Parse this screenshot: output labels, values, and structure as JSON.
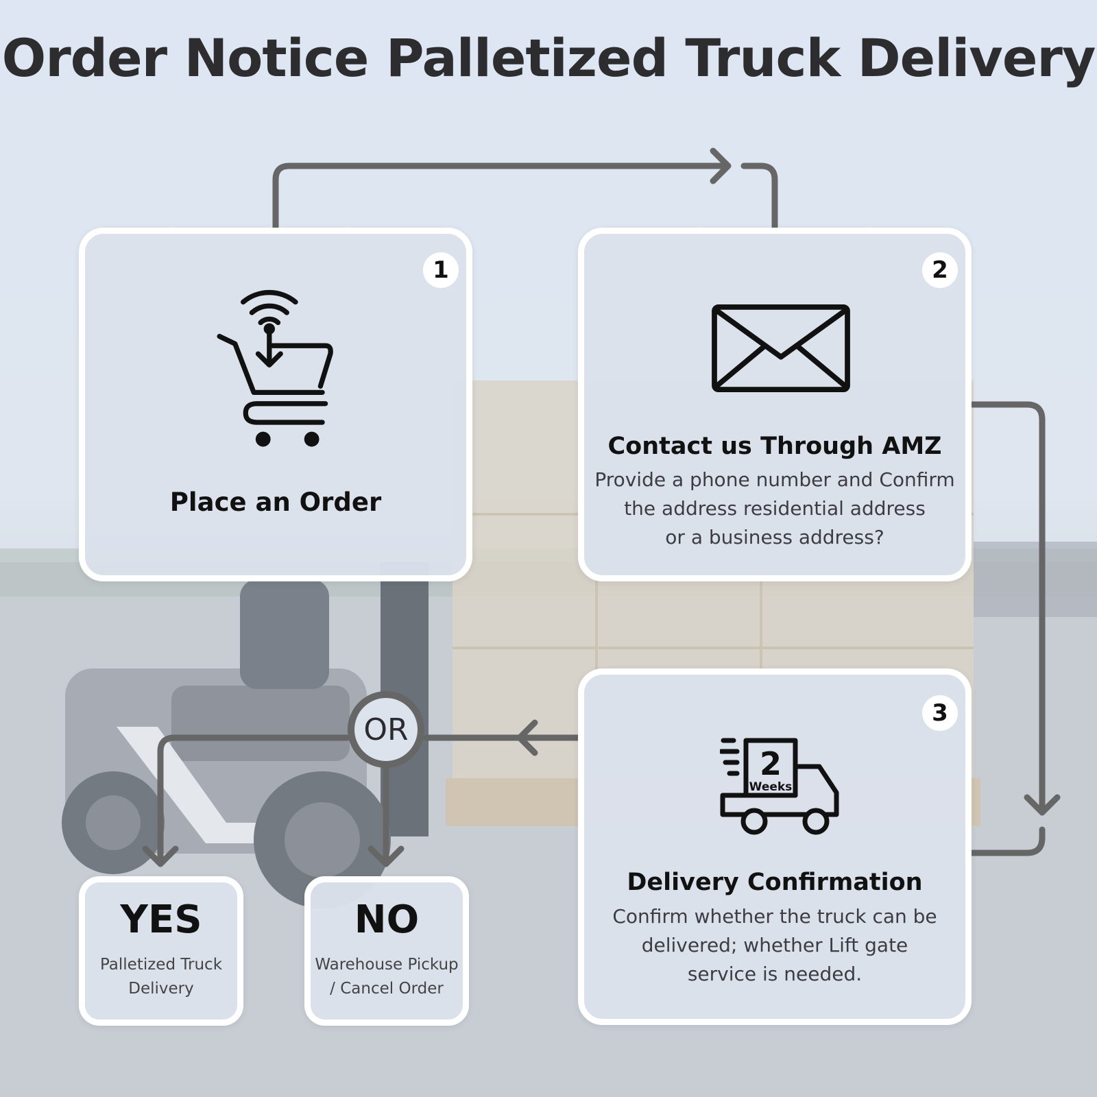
{
  "title": "Order Notice Palletized Truck Delivery",
  "steps": [
    {
      "number": "1",
      "title": "Place an Order",
      "icon": "shopping-cart-wifi-icon"
    },
    {
      "number": "2",
      "title": "Contact us Through AMZ",
      "icon": "envelope-icon",
      "lines": [
        "Provide a phone number and Confirm",
        "the address residential address",
        "or a business address?"
      ]
    },
    {
      "number": "3",
      "title": "Delivery Confirmation",
      "icon": "delivery-truck-icon",
      "truck_badge": {
        "value": "2",
        "unit": "Weeks"
      },
      "lines": [
        "Confirm whether the truck can be",
        "delivered; whether Lift gate",
        "service is needed."
      ]
    }
  ],
  "decision": {
    "label": "OR",
    "options": [
      {
        "title": "YES",
        "lines": [
          "Palletized Truck",
          "Delivery"
        ]
      },
      {
        "title": "NO",
        "lines": [
          "Warehouse Pickup",
          "/ Cancel Order"
        ]
      }
    ]
  },
  "colors": {
    "connector": "#666666",
    "card_bg": "#dbe1eb",
    "card_border": "#ffffff",
    "text": "#111111"
  }
}
